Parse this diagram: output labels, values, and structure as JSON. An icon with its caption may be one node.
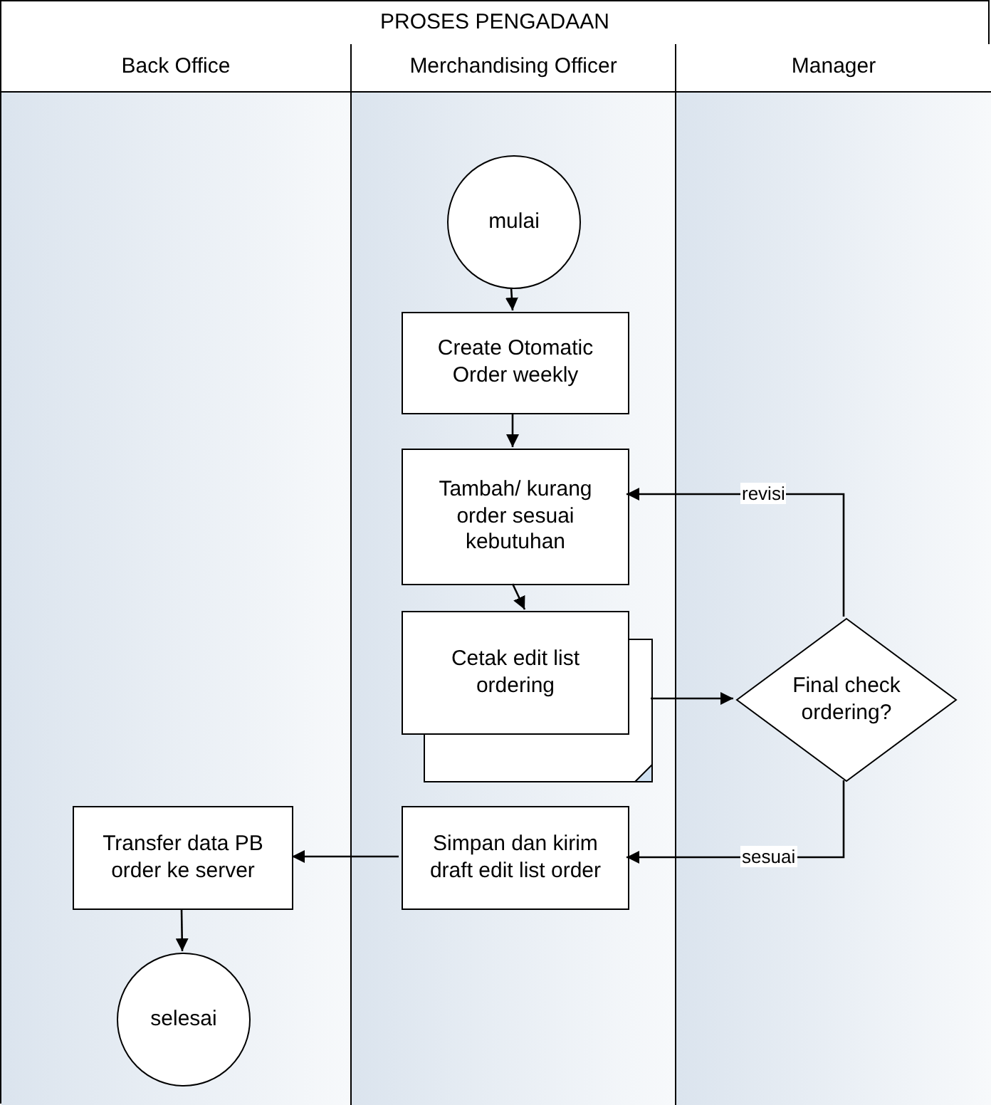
{
  "diagram": {
    "nodes": [
      {
        "text": [
          "PROSES PENGADAAN"
        ]
      },
      {
        "text": [
          "Back Office"
        ],
        "in": 0
      },
      {
        "text": [
          "Merchandising Officer"
        ],
        "in": 0
      },
      {
        "text": [
          "Manager"
        ],
        "in": 0
      },
      {
        "text": [
          "mulai"
        ],
        "in": 2
      },
      {
        "text": [
          "Create Otomatic Order weekly"
        ],
        "in": 2
      },
      {
        "text": [
          "Tambah/ kurang order sesuai kebutuhan"
        ],
        "in": 2
      },
      {
        "text": [
          "Cetak edit list ordering"
        ],
        "in": 2
      },
      {
        "text": [
          "Final check ordering?"
        ],
        "in": 3
      },
      {
        "text": [
          "Simpan dan kirim draft edit list order"
        ],
        "in": 2
      },
      {
        "text": [
          "Transfer data PB order ke server"
        ],
        "in": 1
      },
      {
        "text": [
          "selesai"
        ],
        "in": 1
      }
    ],
    "edges": [
      {
        "from": 4,
        "to": 5,
        "arrow": "to"
      },
      {
        "from": 5,
        "to": 6,
        "arrow": "to"
      },
      {
        "from": 6,
        "to": 7,
        "arrow": "to"
      },
      {
        "from": 7,
        "to": 8,
        "arrow": "to"
      },
      {
        "from": 8,
        "to": 6,
        "arrow": "to",
        "label": "revisi"
      },
      {
        "from": 8,
        "to": 9,
        "arrow": "to",
        "label": "sesuai"
      },
      {
        "from": 9,
        "to": 10,
        "arrow": "to"
      },
      {
        "from": 10,
        "to": 11,
        "arrow": "to"
      }
    ]
  }
}
